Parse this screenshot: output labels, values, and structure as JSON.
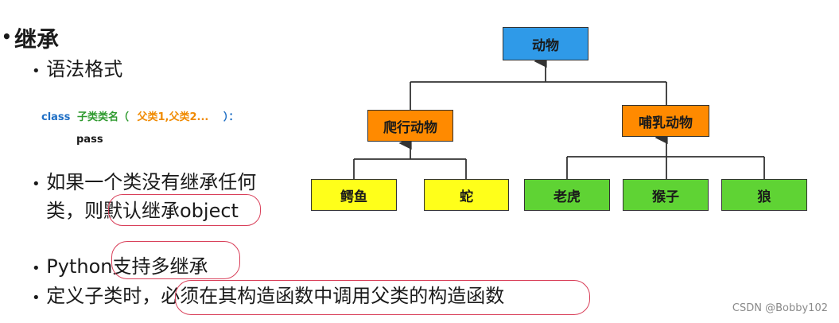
{
  "slide": {
    "title": "继承",
    "bullets": {
      "syntax": "语法格式",
      "default_1": "如果一个类没有继承任何",
      "default_2_prefix": "类，则",
      "default_2_highlight": "默认继承object",
      "multi_prefix": "Python",
      "multi_highlight": "支持多继承",
      "ctor_prefix": "定义子类时，",
      "ctor_highlight": "必须在其构造函数中调用父类的构造函数"
    },
    "code": {
      "keyword": "class",
      "child": "子类类名（",
      "parents": "父类1,父类2...",
      "close": "）：",
      "body": "pass"
    }
  },
  "diagram": {
    "root": "动物",
    "level1": [
      "爬行动物",
      "哺乳动物"
    ],
    "reptiles": [
      "鳄鱼",
      "蛇"
    ],
    "mammals": [
      "老虎",
      "猴子",
      "狼"
    ],
    "colors": {
      "root": "#2f9ae8",
      "level1": "#ff8a00",
      "reptile": "#ffff1a",
      "mammal": "#5fd334",
      "highlight_circle": "#d9405a"
    }
  },
  "watermark": "CSDN @Bobby102"
}
